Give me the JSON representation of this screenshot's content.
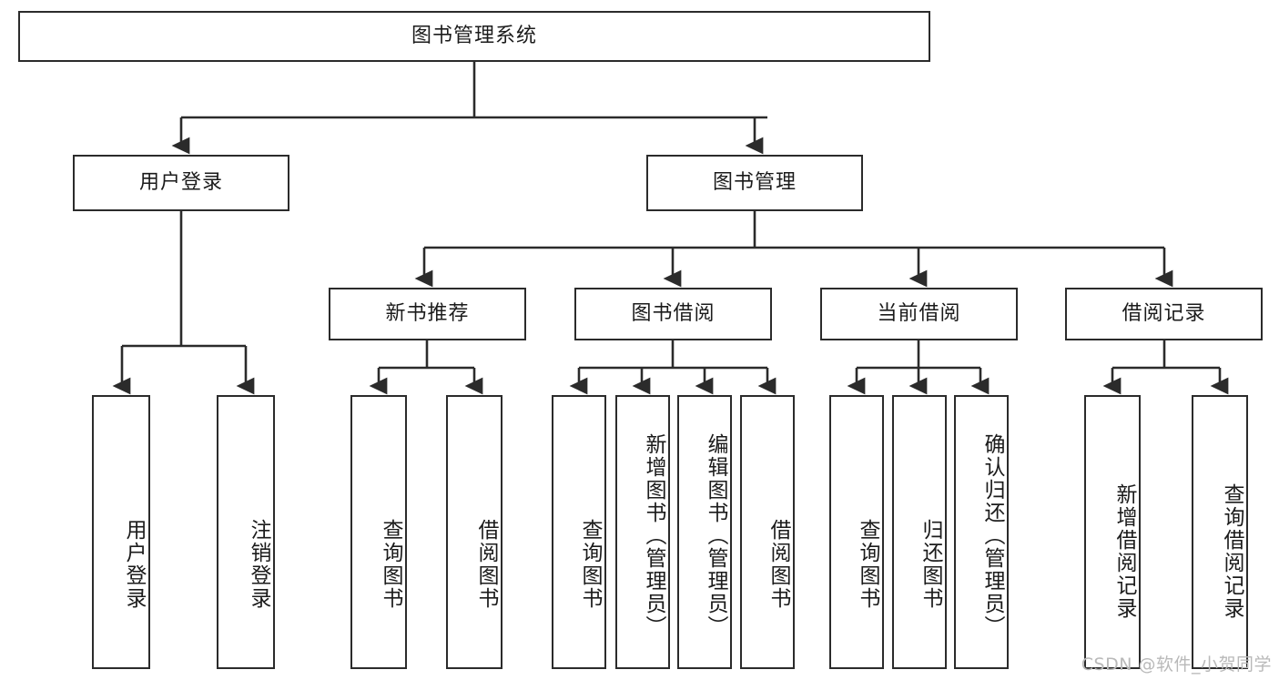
{
  "diagram": {
    "title": "图书管理系统",
    "type": "tree-hierarchy",
    "root": {
      "id": "root",
      "label": "图书管理系统"
    },
    "level2": [
      {
        "id": "user-login",
        "label": "用户登录"
      },
      {
        "id": "book-manage",
        "label": "图书管理"
      }
    ],
    "level3": [
      {
        "id": "new-book-recommend",
        "label": "新书推荐",
        "parent": "book-manage"
      },
      {
        "id": "book-borrow",
        "label": "图书借阅",
        "parent": "book-manage"
      },
      {
        "id": "current-borrow",
        "label": "当前借阅",
        "parent": "book-manage"
      },
      {
        "id": "borrow-record",
        "label": "借阅记录",
        "parent": "book-manage"
      }
    ],
    "leaves": [
      {
        "id": "leaf-user-login",
        "label": "用户登录",
        "parent": "user-login"
      },
      {
        "id": "leaf-logout",
        "label": "注销登录",
        "parent": "user-login"
      },
      {
        "id": "leaf-query-book-1",
        "label": "查询图书",
        "parent": "new-book-recommend"
      },
      {
        "id": "leaf-borrow-book-1",
        "label": "借阅图书",
        "parent": "new-book-recommend"
      },
      {
        "id": "leaf-query-book-2",
        "label": "查询图书",
        "parent": "book-borrow"
      },
      {
        "id": "leaf-add-book",
        "label": "新增图书（管理员）",
        "parent": "book-borrow"
      },
      {
        "id": "leaf-edit-book",
        "label": "编辑图书（管理员）",
        "parent": "book-borrow"
      },
      {
        "id": "leaf-borrow-book-2",
        "label": "借阅图书",
        "parent": "book-borrow"
      },
      {
        "id": "leaf-query-book-3",
        "label": "查询图书",
        "parent": "current-borrow"
      },
      {
        "id": "leaf-return-book",
        "label": "归还图书",
        "parent": "current-borrow"
      },
      {
        "id": "leaf-confirm-return",
        "label": "确认归还（管理员）",
        "parent": "current-borrow"
      },
      {
        "id": "leaf-add-record",
        "label": "新增借阅记录",
        "parent": "borrow-record"
      },
      {
        "id": "leaf-query-record",
        "label": "查询借阅记录",
        "parent": "borrow-record"
      }
    ],
    "colors": {
      "stroke": "#2b2b2b",
      "fill": "#ffffff",
      "text": "#1b1b1b",
      "watermark": "#b9b9b9"
    }
  },
  "watermark": {
    "text": "CSDN @软件_小贺同学"
  }
}
